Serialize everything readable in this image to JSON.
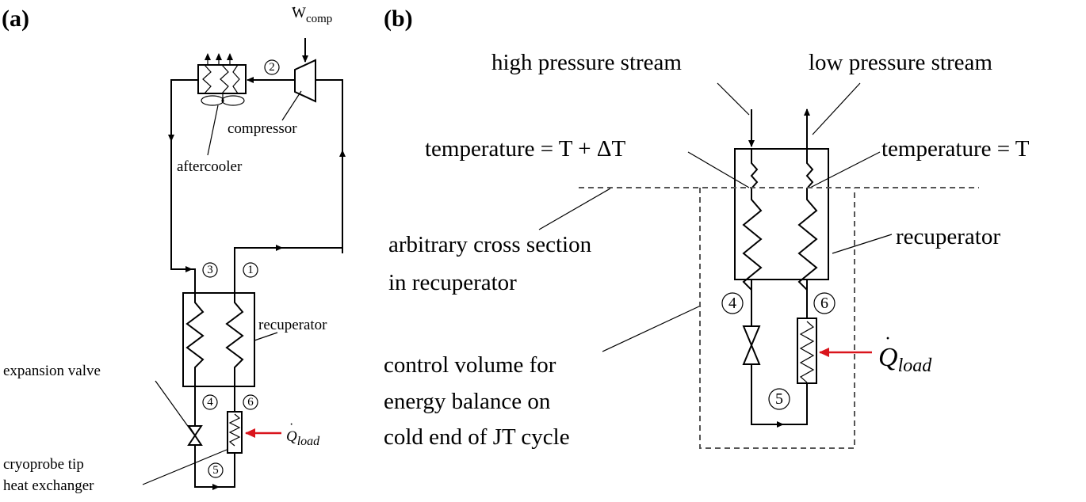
{
  "panel_a": {
    "label": "(a)",
    "work_symbol": "W",
    "work_subscript": "comp",
    "compressor": "compressor",
    "aftercooler": "aftercooler",
    "recuperator": "recuperator",
    "expansion_valve": "expansion valve",
    "tip_hx_line1": "cryoprobe tip",
    "tip_hx_line2": "heat exchanger",
    "load_symbol": "Q",
    "load_subscript": "load",
    "states": [
      "1",
      "2",
      "3",
      "4",
      "5",
      "6"
    ]
  },
  "panel_b": {
    "label": "(b)",
    "high_pressure": "high pressure stream",
    "low_pressure": "low pressure stream",
    "temp_hot": "temperature = T + ΔT",
    "temp_cold": "temperature = T",
    "cross_section_line1": "arbitrary cross section",
    "cross_section_line2": "in recuperator",
    "recuperator": "recuperator",
    "control_volume_line1": "control volume for",
    "control_volume_line2": "energy balance on",
    "control_volume_line3": "cold end of JT cycle",
    "load_symbol": "Q",
    "load_subscript": "load",
    "states": [
      "4",
      "5",
      "6"
    ]
  }
}
